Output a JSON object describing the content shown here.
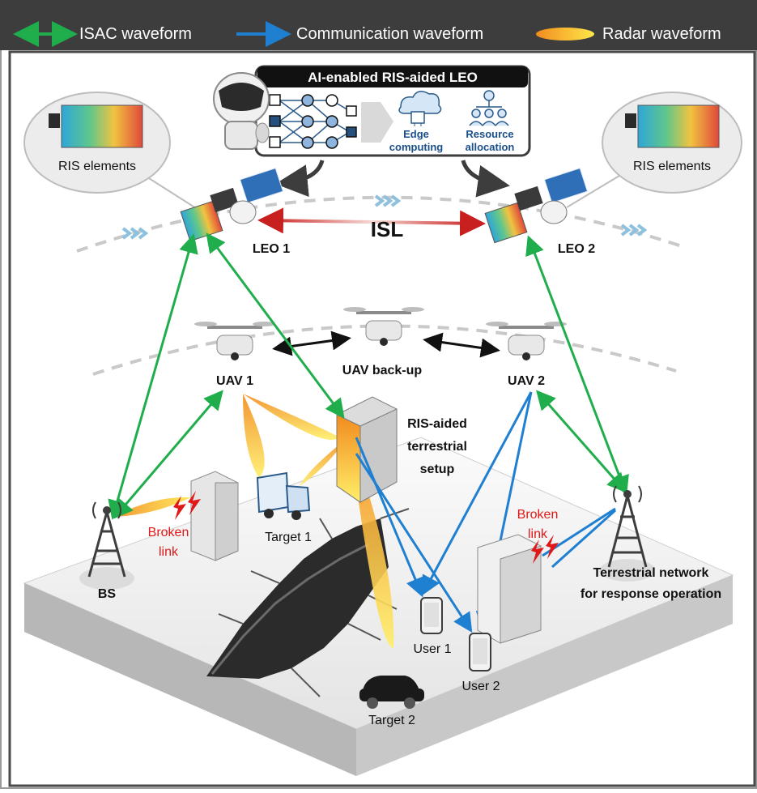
{
  "legend": {
    "isac": "ISAC waveform",
    "communication": "Communication waveform",
    "radar": "Radar waveform"
  },
  "ai_panel": {
    "title": "AI-enabled RIS-aided LEO",
    "edge_line1": "Edge",
    "edge_line2": "computing",
    "resource_line1": "Resource",
    "resource_line2": "allocation"
  },
  "space": {
    "ris_left": "RIS elements",
    "ris_right": "RIS elements",
    "isl": "ISL",
    "leo1": "LEO 1",
    "leo2": "LEO 2"
  },
  "air": {
    "uav1": "UAV 1",
    "uav_backup": "UAV back-up",
    "uav2": "UAV 2"
  },
  "ground": {
    "ris_terrestrial_1": "RIS-aided",
    "ris_terrestrial_2": "terrestrial",
    "ris_terrestrial_3": "setup",
    "broken_left_1": "Broken",
    "broken_left_2": "link",
    "broken_right_1": "Broken",
    "broken_right_2": "link",
    "target1": "Target 1",
    "target2": "Target 2",
    "bs": "BS",
    "terrestrial_net_1": "Terrestrial network",
    "terrestrial_net_2": "for response operation",
    "user1": "User 1",
    "user2": "User 2"
  },
  "colors": {
    "isac": "#1fae4b",
    "communication": "#1f7fd1",
    "radar_start": "#f28b1e",
    "radar_end": "#ffe84a",
    "isl": "#c8201e",
    "header": "#3d3d3d",
    "broken": "#e01818"
  }
}
